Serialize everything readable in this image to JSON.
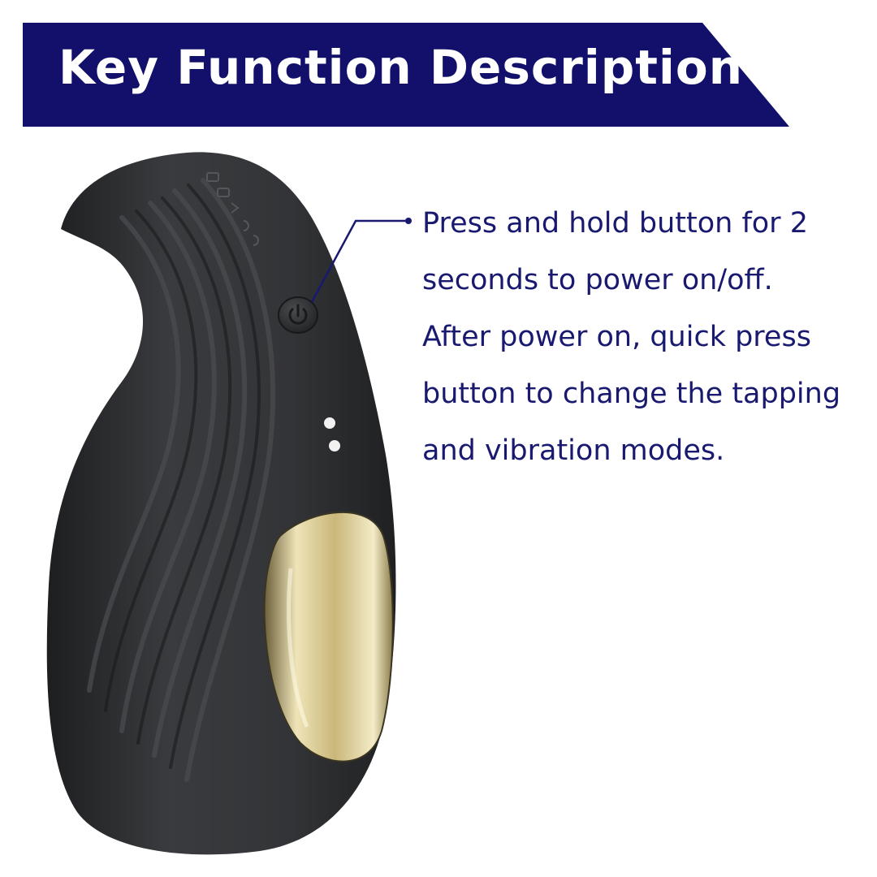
{
  "banner": {
    "title": "Key Function Description"
  },
  "description": {
    "lines": [
      "Press and hold button for 2",
      "seconds to power on/off.",
      "After power on, quick press",
      "button to change the tapping",
      "and vibration modes."
    ]
  },
  "colors": {
    "banner_background": "#12106b",
    "banner_text": "#ffffff",
    "description_text": "#191970",
    "product_body": "#2e2f31",
    "product_metal": "#c9b77a"
  },
  "icons": {
    "power_button": "power-icon",
    "indicator": "charging-contacts-icon"
  }
}
